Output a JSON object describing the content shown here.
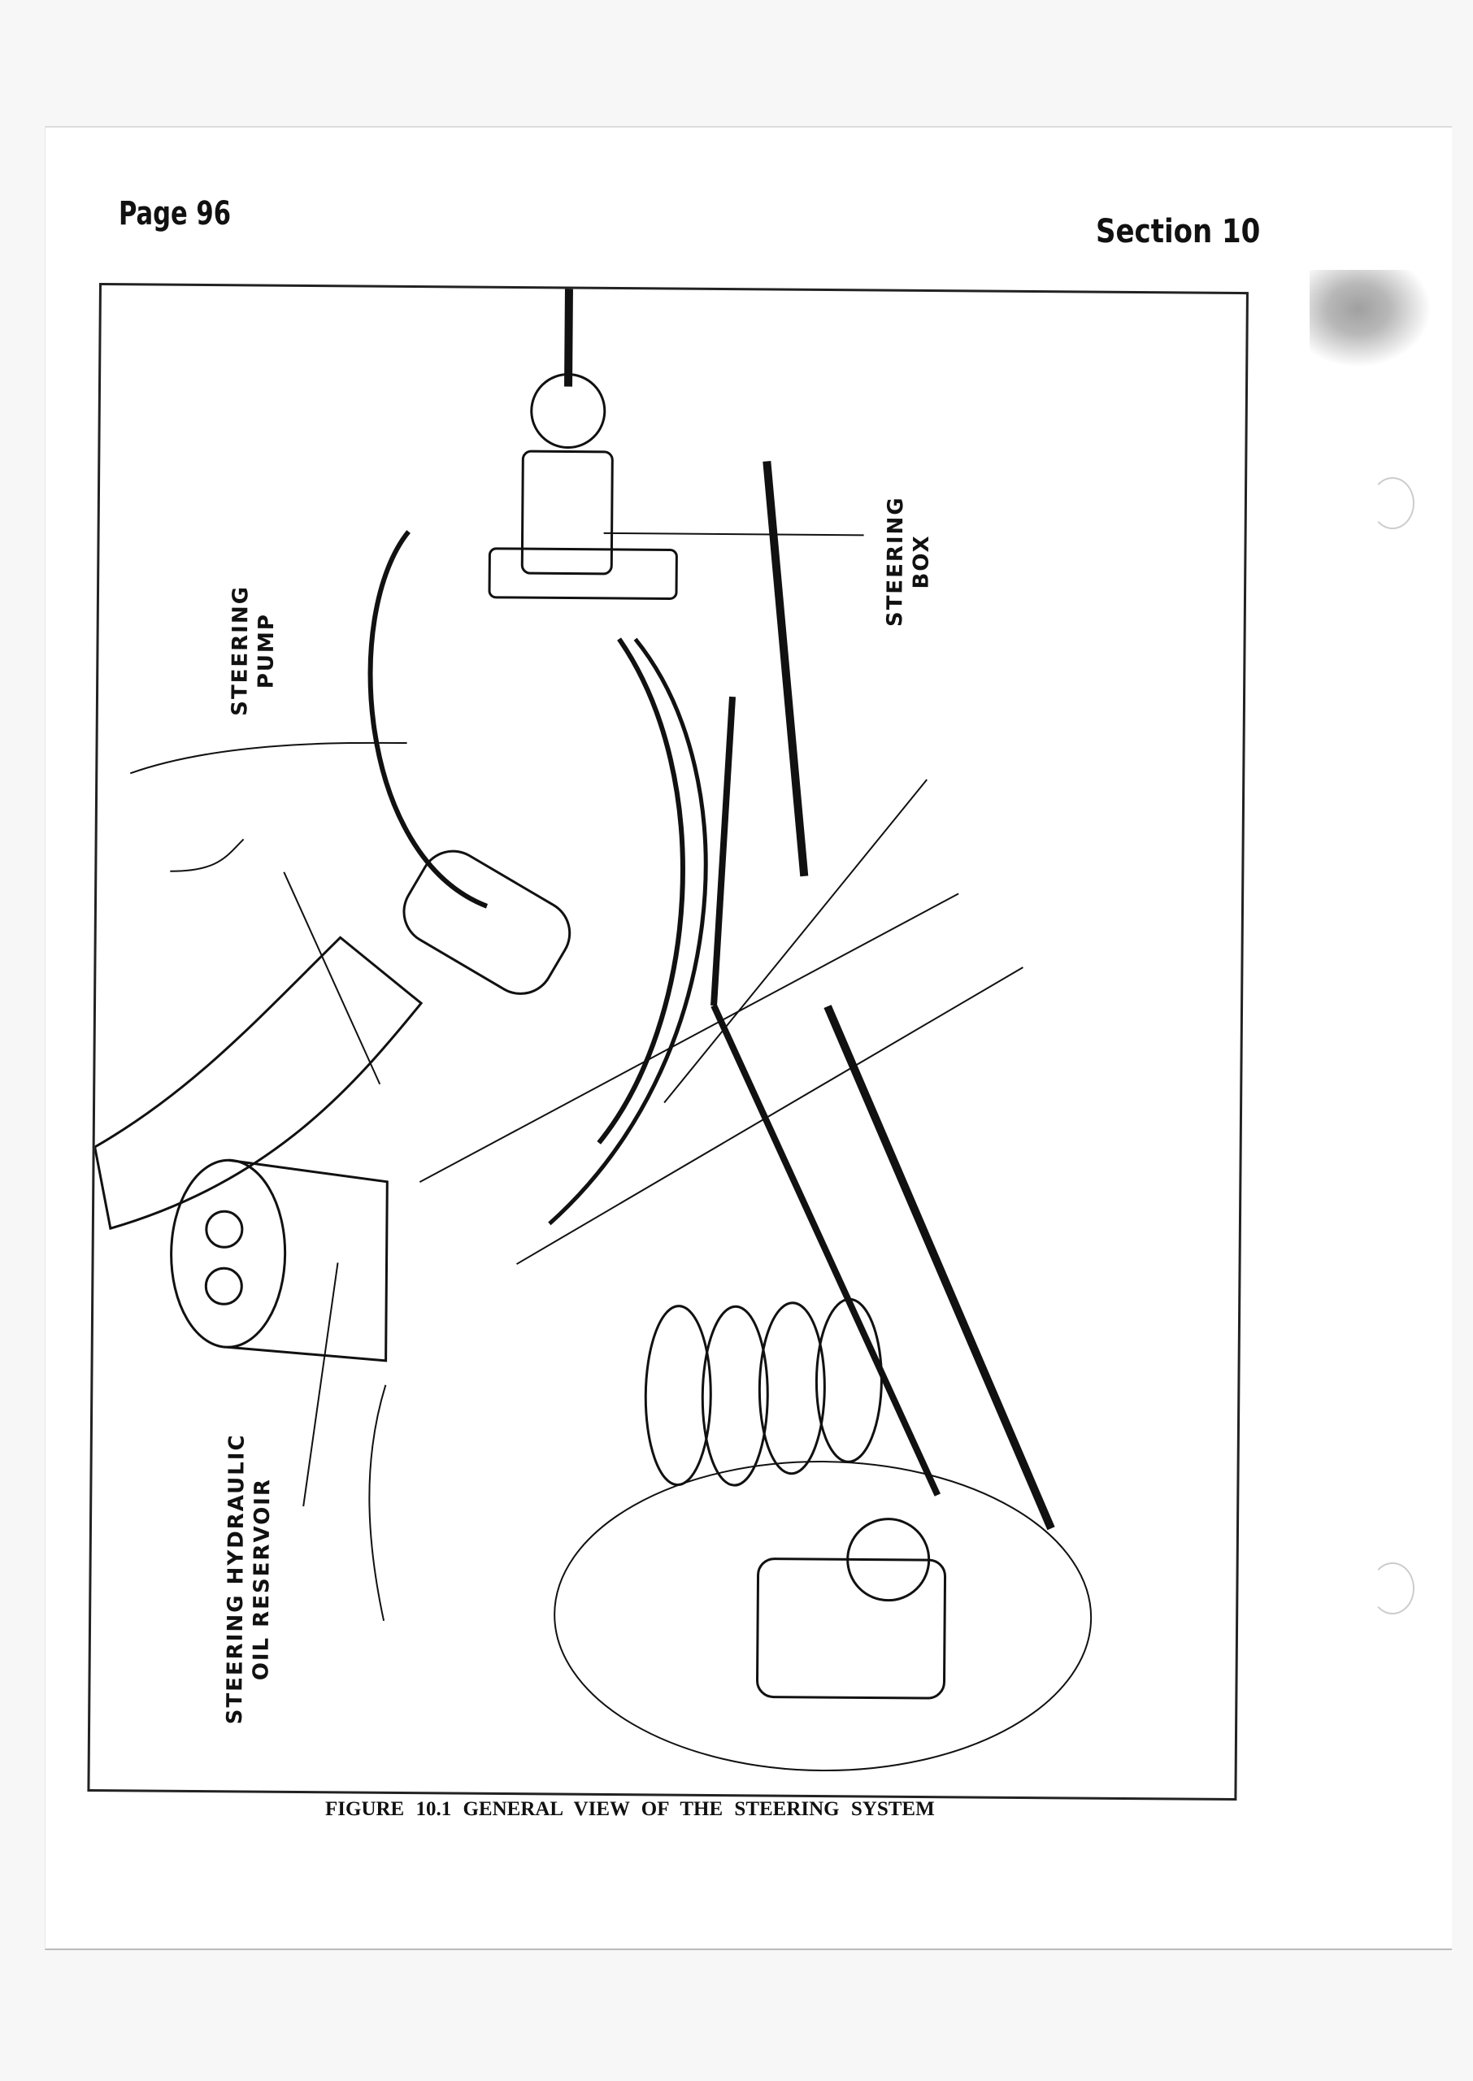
{
  "header": {
    "page": "Page 96",
    "section": "Section 10"
  },
  "figure": {
    "labels": {
      "steering_pump": [
        "STEERING",
        "PUMP"
      ],
      "steering_box": [
        "STEERING",
        "BOX"
      ],
      "reservoir": [
        "STEERING HYDRAULIC",
        "OIL RESERVOIR"
      ]
    },
    "caption": "FIGURE 10.1  GENERAL VIEW OF THE STEERING SYSTEM"
  }
}
